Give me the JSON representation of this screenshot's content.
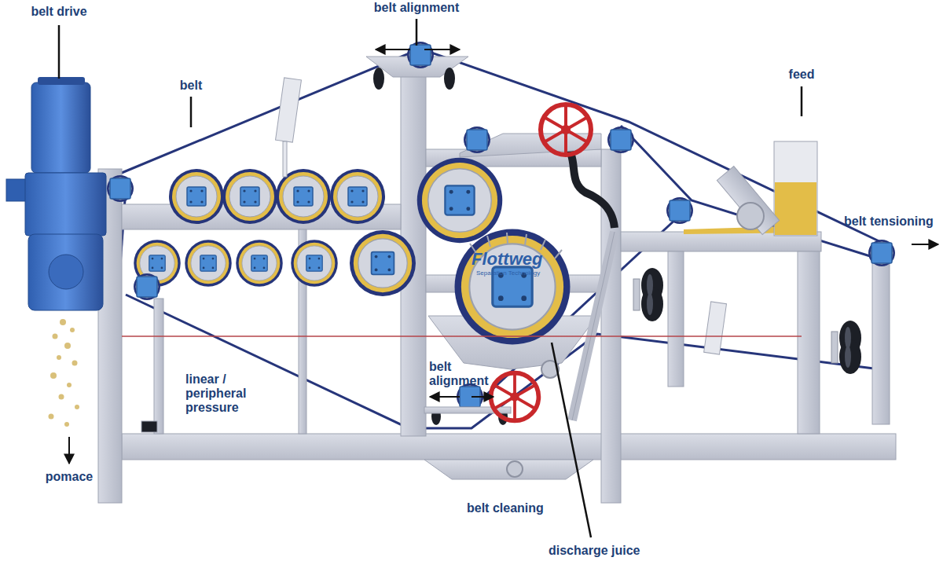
{
  "diagram": {
    "labels": [
      "belt drive",
      "belt",
      "belt alignment",
      "feed",
      "belt tensioning",
      "Flottweg",
      "Separation Technology",
      "belt alignment",
      "linear / peripheral pressure",
      "pomace",
      "belt cleaning",
      "discharge juice"
    ]
  }
}
